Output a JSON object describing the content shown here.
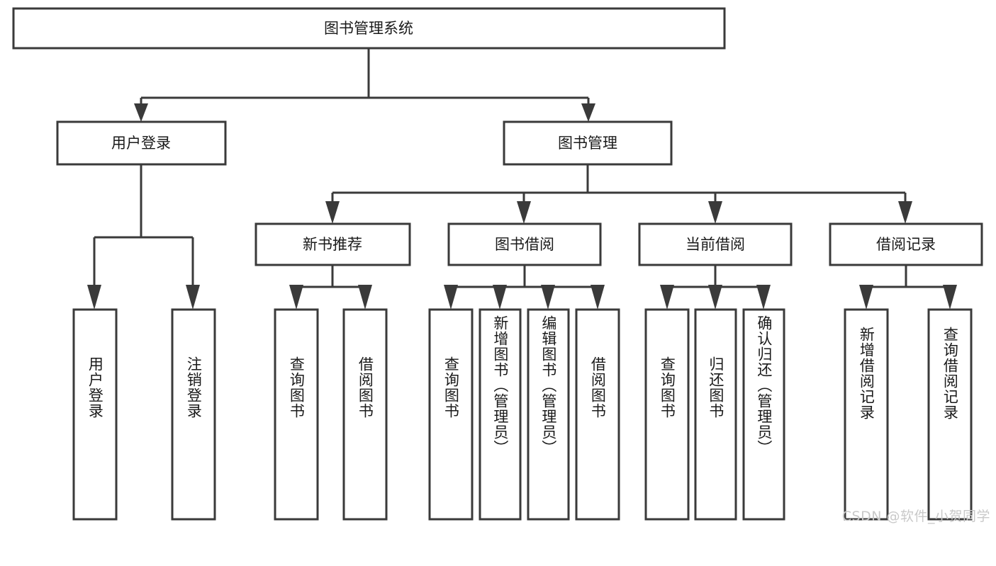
{
  "diagram": {
    "type": "tree",
    "title": "图书管理系统",
    "orientation": "top-down",
    "colors": {
      "box_fill": "#ffffff",
      "box_stroke": "#3a3a3a",
      "text": "#1a1a1a",
      "background": "#ffffff",
      "watermark": "#c9c9c9"
    },
    "root": {
      "label": "图书管理系统"
    },
    "level1": [
      {
        "label": "用户登录"
      },
      {
        "label": "图书管理"
      }
    ],
    "level2": [
      {
        "label": "新书推荐"
      },
      {
        "label": "图书借阅"
      },
      {
        "label": "当前借阅"
      },
      {
        "label": "借阅记录"
      }
    ],
    "leaves": {
      "user_login": [
        {
          "label": "用户登录"
        },
        {
          "label": "注销登录"
        }
      ],
      "new_book_recommend": [
        {
          "label": "查询图书"
        },
        {
          "label": "借阅图书"
        }
      ],
      "book_borrow": [
        {
          "label": "查询图书"
        },
        {
          "label": "新增图书（管理员）"
        },
        {
          "label": "编辑图书（管理员）"
        },
        {
          "label": "借阅图书"
        }
      ],
      "current_borrow": [
        {
          "label": "查询图书"
        },
        {
          "label": "归还图书"
        },
        {
          "label": "确认归还（管理员）"
        }
      ],
      "borrow_record": [
        {
          "label": "新增借阅记录"
        },
        {
          "label": "查询借阅记录"
        }
      ]
    }
  },
  "watermark": {
    "text": "CSDN @软件_小贺同学"
  }
}
